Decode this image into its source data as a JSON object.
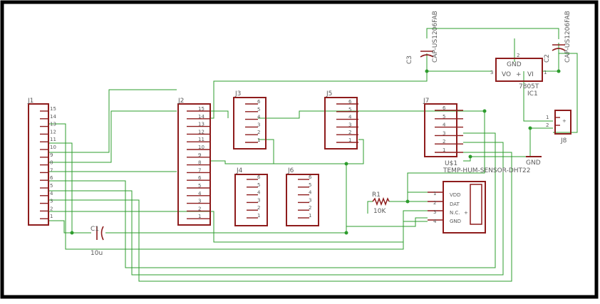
{
  "schematic": {
    "parts": {
      "j1": {
        "ref": "J1"
      },
      "j2": {
        "ref": "J2"
      },
      "j3": {
        "ref": "J3"
      },
      "j4": {
        "ref": "J4"
      },
      "j5": {
        "ref": "J5"
      },
      "j6": {
        "ref": "J6"
      },
      "j7": {
        "ref": "J7"
      },
      "j8": {
        "ref": "J8"
      },
      "c1": {
        "ref": "C1",
        "value": "10u"
      },
      "c2": {
        "ref": "C2",
        "value": "CAP-US1206FAB"
      },
      "c3": {
        "ref": "C3",
        "value": "CAP-US1206FAB"
      },
      "r1": {
        "ref": "R1",
        "value": "10K"
      },
      "ic1": {
        "ref": "IC1",
        "value": "7805T",
        "gnd": "GND",
        "vo": "VO",
        "vi": "VI",
        "plus": "+",
        "pin1": "1",
        "pin2": "2",
        "pin3": "3"
      },
      "u1": {
        "ref": "U$1",
        "value": "TEMP-HUM-SENSOR-DHT22",
        "pins": [
          "VDD",
          "DAT",
          "N.C.",
          "GND"
        ],
        "plus": "+"
      }
    },
    "gnd_label": "GND",
    "pin_numbers": {
      "fifteen": [
        "15",
        "14",
        "13",
        "12",
        "11",
        "10",
        "9",
        "8",
        "7",
        "6",
        "5",
        "4",
        "3",
        "2",
        "1"
      ],
      "six": [
        "6",
        "5",
        "4",
        "3",
        "2",
        "1"
      ],
      "four": [
        "1",
        "2",
        "3",
        "4"
      ],
      "two": [
        "1",
        "2"
      ]
    }
  }
}
